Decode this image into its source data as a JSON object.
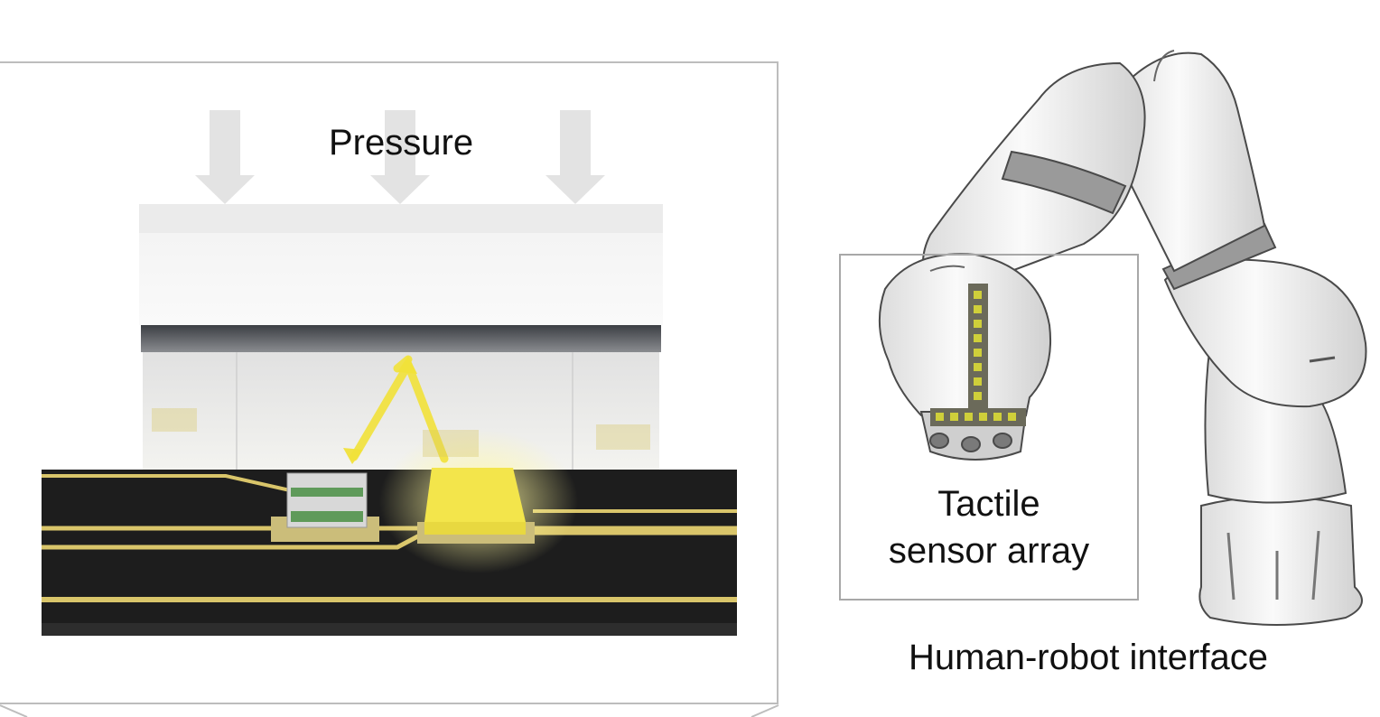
{
  "labels": {
    "pressure": "Pressure",
    "tactile_line1": "Tactile",
    "tactile_line2": "sensor array",
    "hri": "Human-robot interface"
  },
  "icons": [
    "pressure-arrow-icon",
    "light-ray-icon",
    "robot-arm-icon",
    "sensor-array-icon"
  ],
  "colors": {
    "light": "#f2e23a",
    "substrate": "#1d1d1d",
    "trace": "#d9c56a",
    "robot": "#efefef",
    "band": "#9a9a9a",
    "frame": "#bdbdbd"
  }
}
